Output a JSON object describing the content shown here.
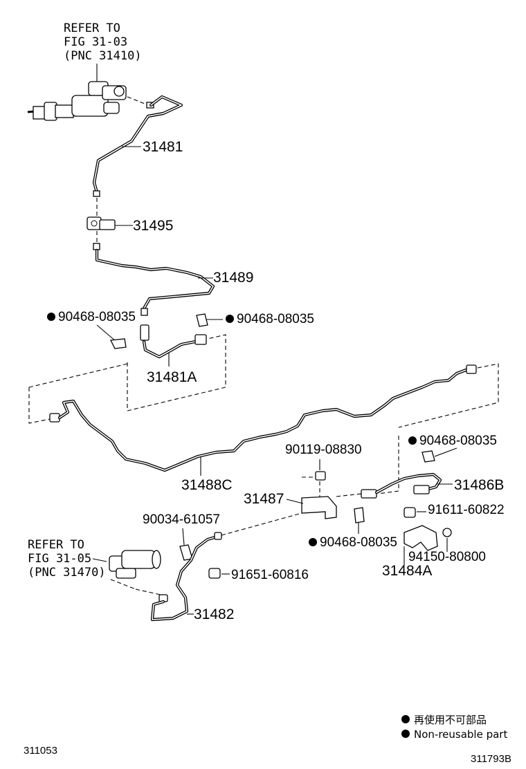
{
  "references": {
    "top": {
      "line1": "REFER TO",
      "line2": "FIG 31-03",
      "line3": "(PNC 31410)"
    },
    "bottom": {
      "line1": "REFER TO",
      "line2": "FIG 31-05",
      "line3": "(PNC 31470)"
    }
  },
  "labels": {
    "p31481": "31481",
    "p31495": "31495",
    "p31489": "31489",
    "clip_left_top": "90468-08035",
    "clip_right_top": "90468-08035",
    "p31481A": "31481A",
    "p31488C": "31488C",
    "bolt_90119": "90119-08830",
    "clip_right_mid": "90468-08035",
    "p31487": "31487",
    "p31486B": "31486B",
    "bolt_91611": "91611-60822",
    "clamp_90034": "90034-61057",
    "clip_bottom": "90468-08035",
    "nut_94150": "94150-80800",
    "p31484A": "31484A",
    "bolt_91651": "91651-60816",
    "p31482": "31482"
  },
  "legend": {
    "line1": "再使用不可部品",
    "line2": "Non-reusable part"
  },
  "footer": {
    "left_code": "311053",
    "right_code": "311793B"
  }
}
